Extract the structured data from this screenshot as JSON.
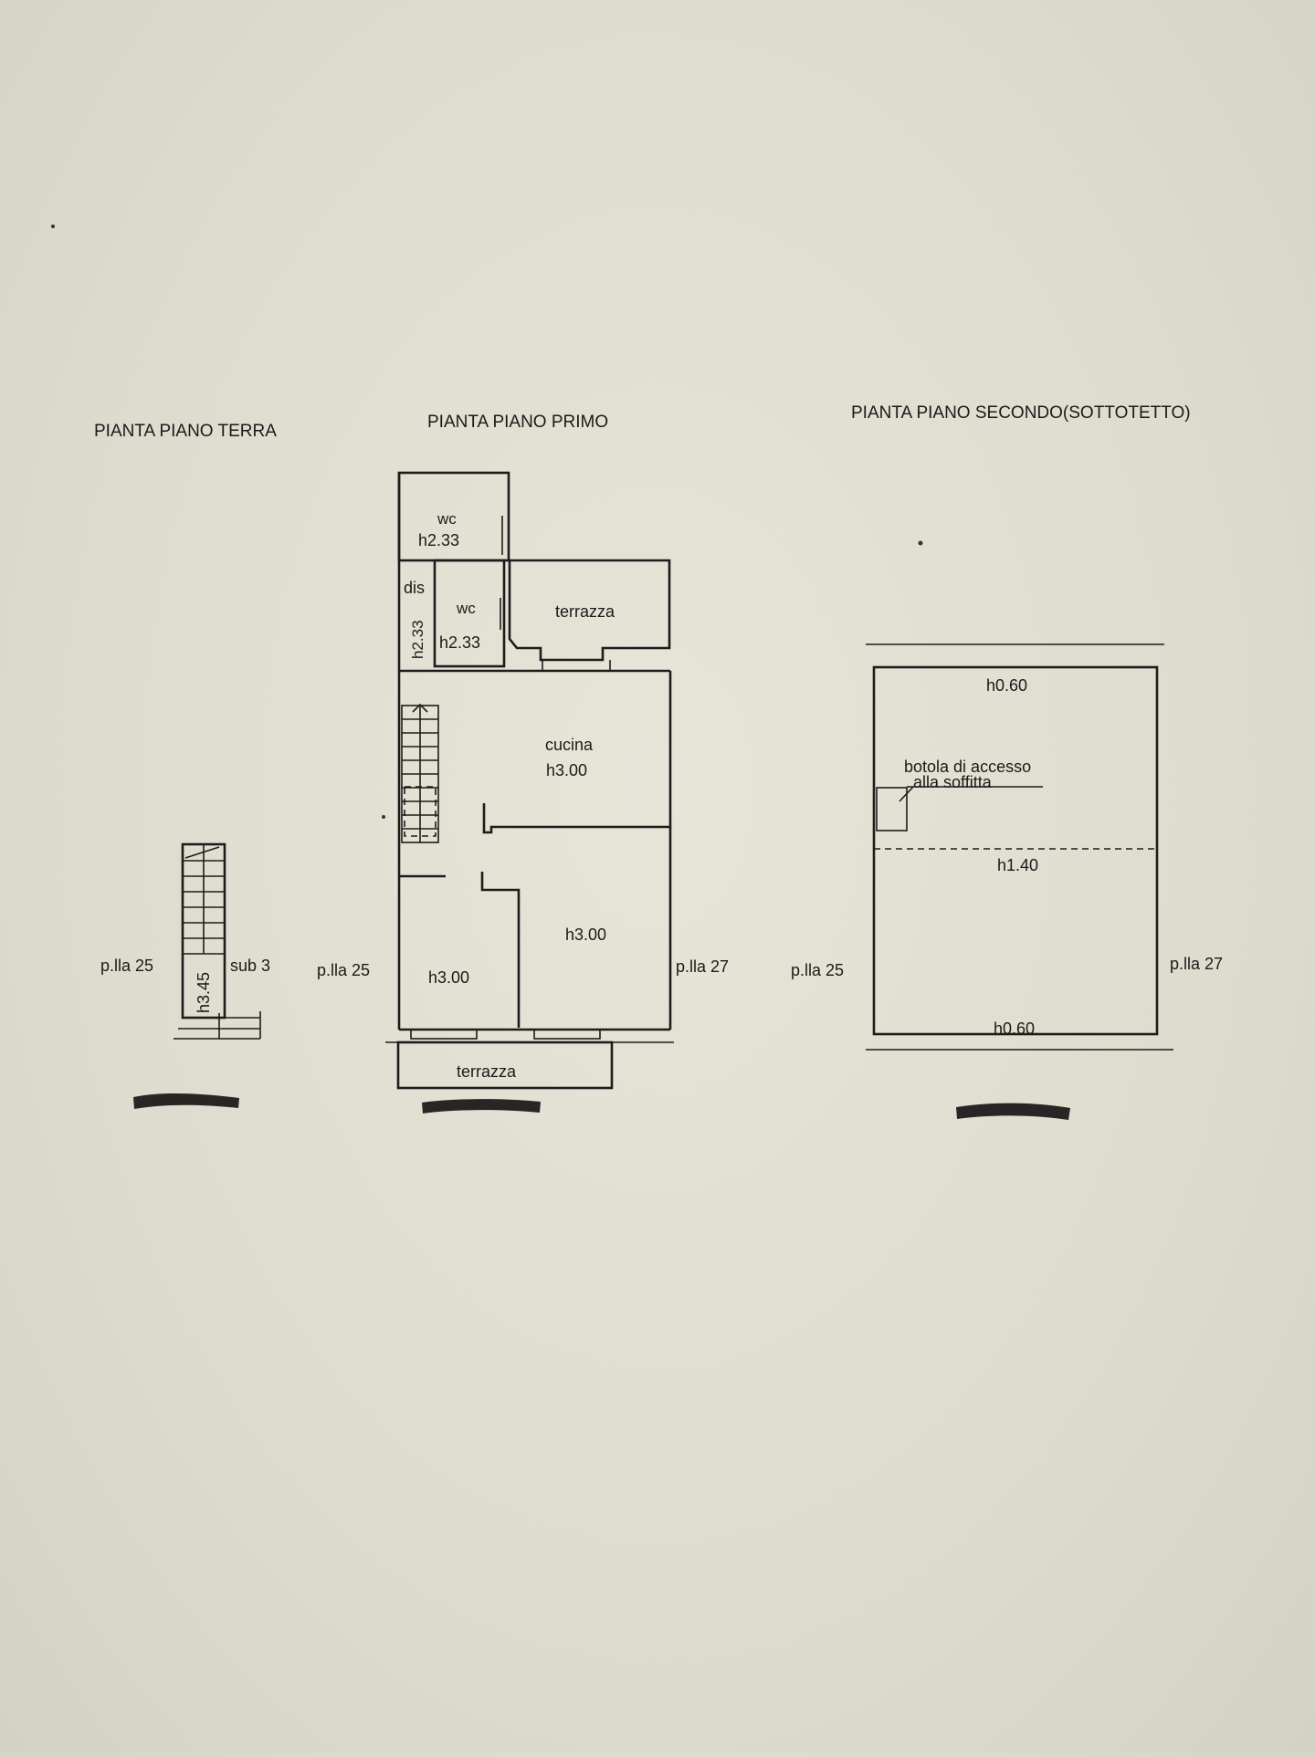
{
  "titles": {
    "ground": "PIANTA PIANO TERRA",
    "first": "PIANTA PIANO PRIMO",
    "second": "PIANTA PIANO SECONDO(SOTTOTETTO)"
  },
  "ground_floor": {
    "left_parcel": "p.lla 25",
    "right_label": "sub 3",
    "stair_height": "h3.45"
  },
  "first_floor": {
    "wc_top": "wc",
    "wc_top_height": "h2.33",
    "dis": "dis",
    "dis_height": "h2.33",
    "wc_small": "wc",
    "wc_small_height": "h2.33",
    "terrazza_top": "terrazza",
    "cucina": "cucina",
    "cucina_height": "h3.00",
    "room_right_height": "h3.00",
    "room_left_height": "h3.00",
    "terrazza_bottom": "terrazza",
    "left_parcel": "p.lla 25",
    "right_parcel": "p.lla 27"
  },
  "second_floor": {
    "top_height": "h0.60",
    "hatch_line1": "botola di accesso",
    "hatch_line2": "alla soffitta",
    "mid_height": "h1.40",
    "bottom_height": "h0.60",
    "left_parcel": "p.lla 25",
    "right_parcel": "p.lla 27"
  }
}
